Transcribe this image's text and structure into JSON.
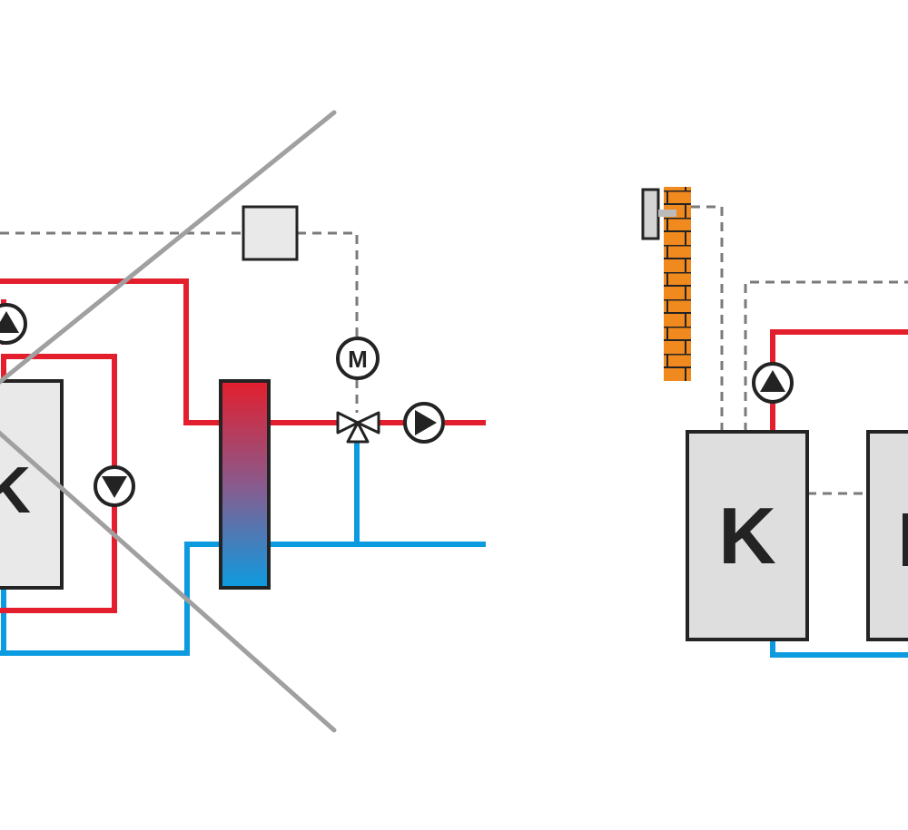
{
  "diagram": {
    "left_boiler_label": "K",
    "right_boiler_label": "K",
    "motor_label": "M",
    "colors": {
      "hot": "#e31e2d",
      "cold": "#0d9be0",
      "control": "#7a7a7a",
      "outline": "#232323",
      "fill": "#e9e9e9",
      "strike": "#a0a0a0",
      "brick": "#f0891e"
    }
  }
}
